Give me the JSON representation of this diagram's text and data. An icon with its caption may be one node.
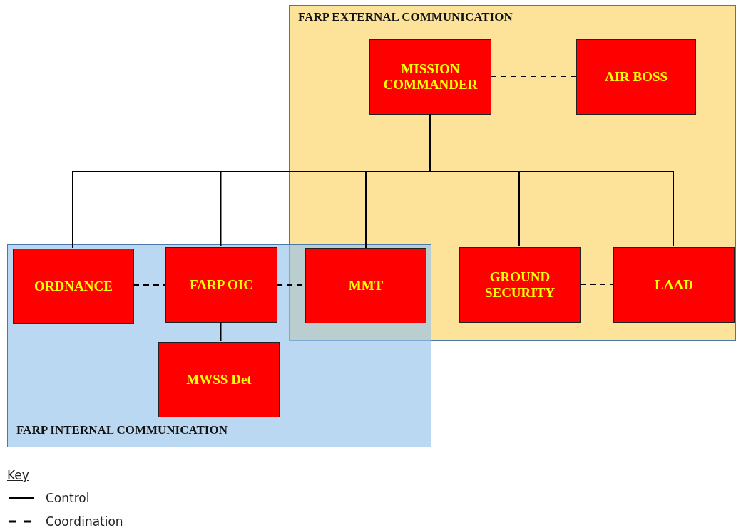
{
  "diagram": {
    "nodes": [
      {
        "text": [
          "FARP EXTERNAL COMMUNICATION"
        ]
      },
      {
        "text": [
          "MISSION COMMANDER"
        ],
        "in": 0
      },
      {
        "text": [
          "AIR BOSS"
        ],
        "in": 0
      },
      {
        "text": [
          "FARP INTERNAL COMMUNICATION"
        ]
      },
      {
        "text": [
          "ORDNANCE"
        ],
        "in": 3
      },
      {
        "text": [
          "FARP OIC"
        ],
        "in": 3
      },
      {
        "text": [
          "MMT"
        ]
      },
      {
        "text": [
          "GROUND SECURITY"
        ],
        "in": 0
      },
      {
        "text": [
          "LAAD"
        ],
        "in": 0
      },
      {
        "text": [
          "MWSS Det"
        ],
        "in": 3
      }
    ],
    "edges": [
      {
        "from": 1,
        "to": 2,
        "arrow": "none",
        "style": "dashed"
      },
      {
        "from": 1,
        "to": 4,
        "arrow": "none"
      },
      {
        "from": 1,
        "to": 5,
        "arrow": "none"
      },
      {
        "from": 1,
        "to": 6,
        "arrow": "none"
      },
      {
        "from": 1,
        "to": 7,
        "arrow": "none"
      },
      {
        "from": 1,
        "to": 8,
        "arrow": "none"
      },
      {
        "from": 4,
        "to": 5,
        "arrow": "none",
        "style": "dashed"
      },
      {
        "from": 5,
        "to": 6,
        "arrow": "none",
        "style": "dashed"
      },
      {
        "from": 7,
        "to": 8,
        "arrow": "none",
        "style": "dashed"
      },
      {
        "from": 5,
        "to": 9,
        "arrow": "none"
      }
    ],
    "labels": [
      "Key"
    ],
    "legend": [
      {
        "text": "Control"
      },
      {
        "text": "Coordination"
      }
    ]
  }
}
